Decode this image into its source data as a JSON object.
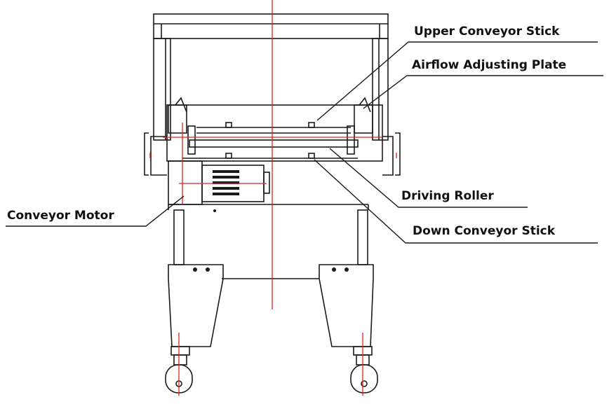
{
  "diagram": {
    "labels": {
      "upper_conveyor_stick": "Upper Conveyor Stick",
      "airflow_adjusting_plate": "Airflow Adjusting Plate",
      "driving_roller": "Driving Roller",
      "down_conveyor_stick": "Down Conveyor Stick",
      "conveyor_motor": "Conveyor Motor"
    },
    "colors": {
      "line": "#1a1a1a",
      "centerline": "#e02020",
      "background": "#ffffff"
    }
  }
}
